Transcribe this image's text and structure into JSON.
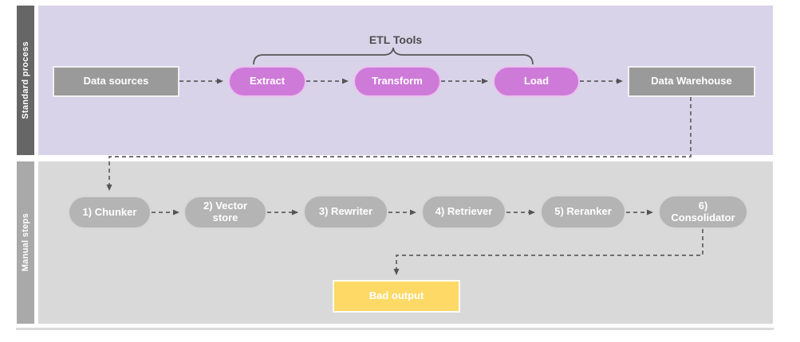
{
  "lanes": [
    {
      "label": "Standard process"
    },
    {
      "label": "Manual steps"
    }
  ],
  "annotation": {
    "etl_tools_label": "ETL Tools"
  },
  "standard": {
    "data_sources": "Data sources",
    "extract": "Extract",
    "transform": "Transform",
    "load": "Load",
    "data_warehouse": "Data Warehouse"
  },
  "manual": {
    "chunker": "1) Chunker",
    "vector_store": "2) Vector store",
    "rewriter": "3) Rewriter",
    "retriever": "4) Retriever",
    "reranker": "5) Reranker",
    "consolidator": "6) Consolidator"
  },
  "output": {
    "bad_output": "Bad output"
  },
  "colors": {
    "lane_standard_bg": "#d9d3e9",
    "lane_standard_label_bg": "#666666",
    "lane_manual_bg": "#d9d9d9",
    "lane_manual_label_bg": "#a9a9a9",
    "etl_node_fill": "#ce7ad9",
    "gray_node_fill": "#9a9a9a",
    "manual_node_fill": "#b4b4b4",
    "bad_output_fill": "#ffd966",
    "connector": "#5f5f5f"
  }
}
